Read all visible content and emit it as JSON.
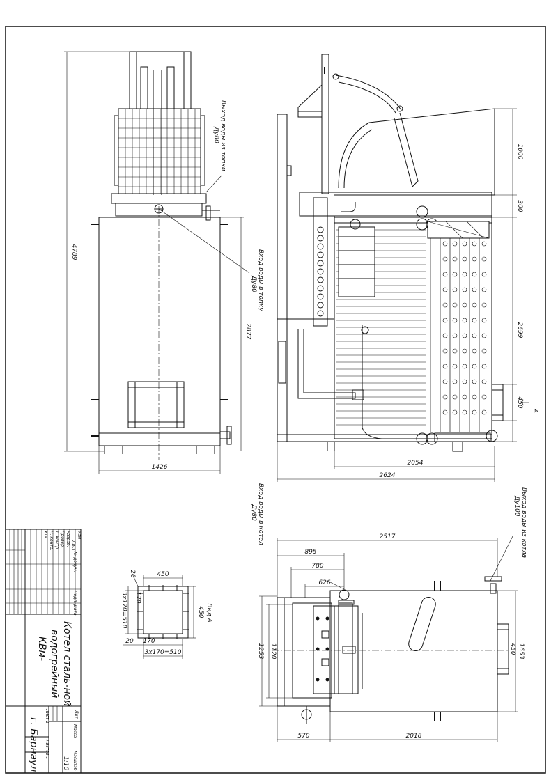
{
  "drawing": {
    "dimensions": {
      "total_height": "4789",
      "body_height": "2877",
      "width_front": "1426",
      "hopper_h": "1000",
      "gap_h": "300",
      "furnace_h": "2699",
      "port_h": "450",
      "depth_inner": "2054",
      "depth_total": "2624",
      "plan_total": "2517",
      "plan_895": "895",
      "plan_780": "780",
      "plan_626": "626",
      "plan_1253": "1253",
      "plan_1120": "1120",
      "plan_450": "450",
      "plan_1653": "1653",
      "plan_570": "570",
      "plan_2018": "2018",
      "door_450_top": "450",
      "door_20_top": "20",
      "door_170_top": "170",
      "door_3x170_v": "3x170=510",
      "door_450_side": "450",
      "door_20_bottom": "20",
      "door_170_bottom": "170",
      "door_3x170_h": "3x170=510"
    },
    "notes": {
      "water_out_furnace_1": "Выход воды из топки",
      "water_out_furnace_2": "Ду80",
      "water_in_furnace_1": "Вход воды в топку",
      "water_in_furnace_2": "Ду80",
      "water_in_boiler_1": "Вход воды в котел",
      "water_in_boiler_2": "Ду80",
      "water_out_boiler_1": "Выход воды из котла",
      "water_out_boiler_2": "Ду100",
      "view_a": "Вид А",
      "arrow_a": "А"
    },
    "title_block": {
      "title_1": "Котел сталь-ной",
      "title_2": "водогрейный",
      "title_3": "КВм-",
      "headers": [
        "Изм",
        "Лист",
        "№ докум.",
        "Подп.",
        "Дата"
      ],
      "rows": [
        "Разраб.",
        "Провер.",
        "Т. контр.",
        "Н. контр.",
        "Утв."
      ],
      "lit": "Лит",
      "mass": "Масса",
      "scale": "Масштаб",
      "scale_value": "1:10",
      "sheet": "Лист 1",
      "sheets": "Листов 1",
      "org": "г. Барнаул"
    }
  }
}
